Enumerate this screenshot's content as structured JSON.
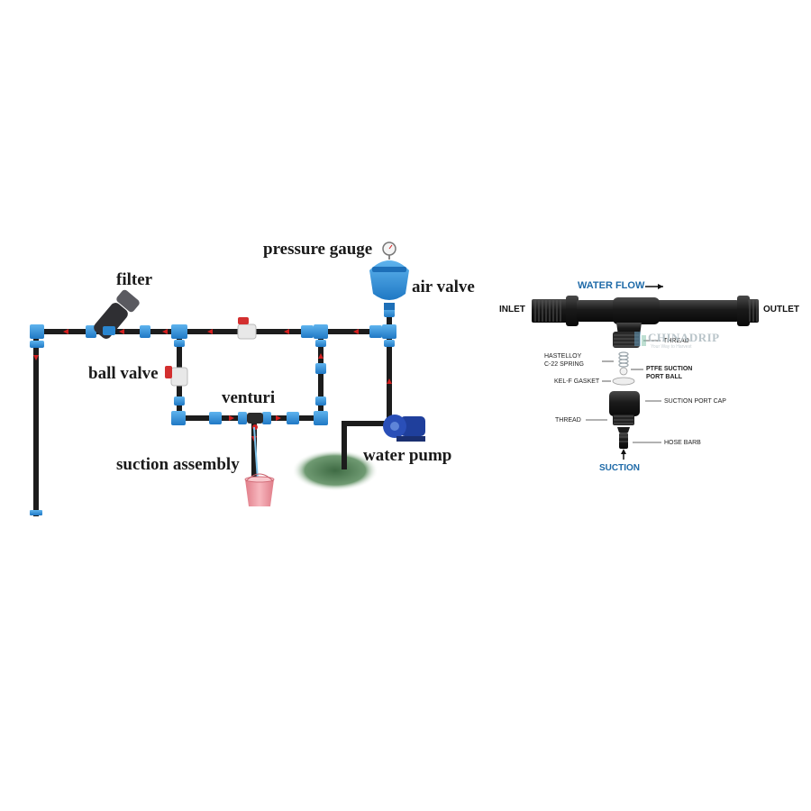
{
  "colors": {
    "pipe": "#1c1c1c",
    "fitting": "#2b8fd8",
    "flow_arrow": "#d42020",
    "bucket": "#f2a0a8",
    "grass": "#4e7a4e",
    "injector": "#1e1e1e",
    "flow_label": "#1e6aa8"
  },
  "left_diagram": {
    "labels": {
      "pressure_gauge": "pressure gauge",
      "air_valve": "air valve",
      "filter": "filter",
      "ball_valve": "ball valve",
      "venturi": "venturi",
      "suction_assembly": "suction assembly",
      "water_pump": "water pump"
    },
    "icons": [
      "filter-icon",
      "pressure-gauge-icon",
      "air-valve-icon",
      "ball-valve-icon",
      "water-pump-icon",
      "bucket-icon"
    ]
  },
  "right_diagram": {
    "water_flow": "WATER FLOW",
    "inlet": "INLET",
    "outlet": "OUTLET",
    "suction": "SUCTION",
    "parts": {
      "thread_top": "THREAD",
      "hastelloy": "HASTELLOY\nC-22 SPRING",
      "ptfe": "PTFE SUCTION\nPORT BALL",
      "kel_f": "KEL-F GASKET",
      "suction_port_cap": "SUCTION PORT CAP",
      "thread_bottom": "THREAD",
      "hose_barb": "HOSE BARB"
    },
    "watermark": "CHINADRIP",
    "watermark_sub": "Your Way to Harvest"
  }
}
